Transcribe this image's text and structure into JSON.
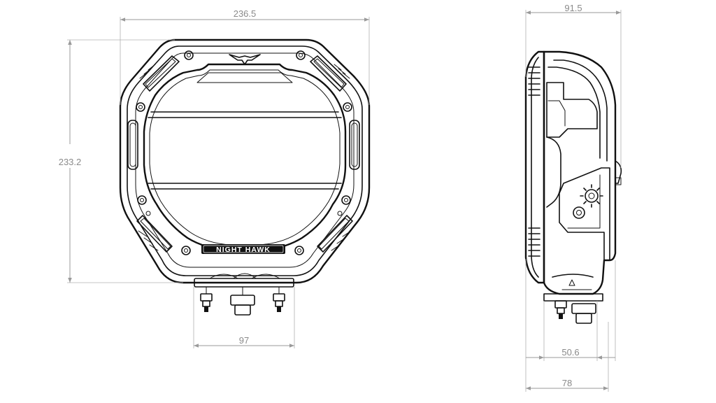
{
  "dimensions": {
    "front_width": "236.5",
    "front_height": "233.2",
    "bracket_width": "97",
    "side_depth": "91.5",
    "side_mount_depth": "50.6",
    "side_base_depth": "78"
  },
  "product": {
    "badge_text": "NIGHT HAWK"
  },
  "colors": {
    "line": "#111111",
    "dimension": "#8a8a8a",
    "background": "#ffffff"
  }
}
